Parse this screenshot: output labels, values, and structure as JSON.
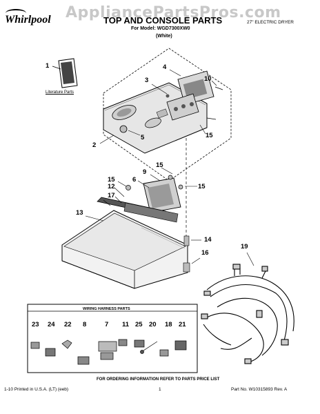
{
  "watermark": "AppliancePartsPros.com",
  "header": {
    "brand": "Whirlpool",
    "title": "TOP AND CONSOLE PARTS",
    "model_line": "For Model: WGD7300XW0",
    "color": "(White)",
    "doc_type": "27\" ELECTRIC DRYER"
  },
  "literature_label": "Literature Parts",
  "callouts": [
    "1",
    "2",
    "3",
    "4",
    "5",
    "10",
    "15",
    "9",
    "15",
    "6",
    "15",
    "12",
    "17",
    "13",
    "14",
    "16",
    "19",
    "15"
  ],
  "wiring_harness": {
    "title": "WIRING HARNESS PARTS",
    "part_numbers": [
      "23",
      "24",
      "22",
      "8",
      "7",
      "11",
      "25",
      "20",
      "18",
      "21"
    ]
  },
  "footer": {
    "order_note": "FOR ORDERING INFORMATION REFER TO PARTS PRICE LIST",
    "printed": "1-10 Printed in U.S.A. (LT) (eeb)",
    "page": "1",
    "part_no": "Part No. W10315893 Rev. A"
  }
}
